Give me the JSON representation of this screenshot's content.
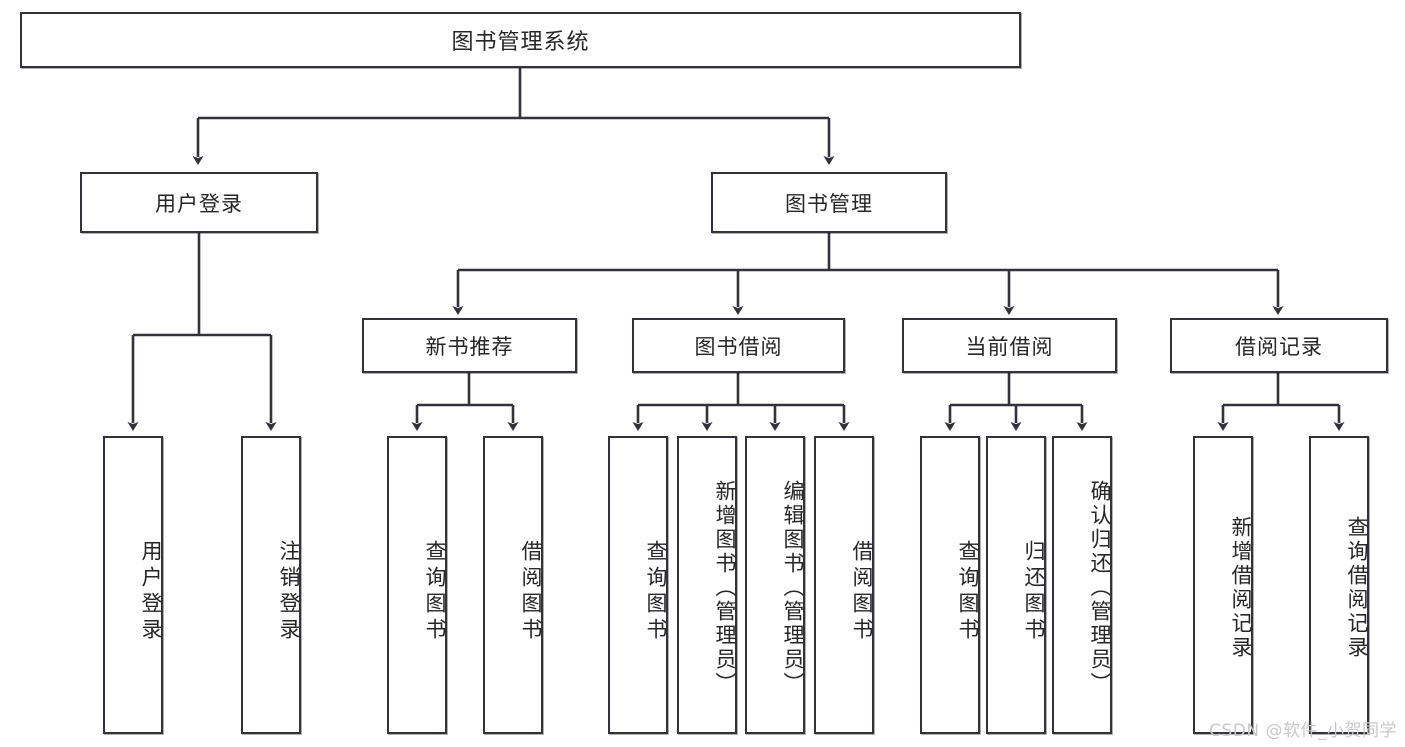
{
  "diagram": {
    "title": "图书管理系统",
    "type": "hierarchy-tree",
    "watermark": "CSDN @软件_小贺同学",
    "colors": {
      "box_border": "#32323a",
      "box_fill": "#ffffff",
      "edge": "#32323a",
      "text": "#262626",
      "watermark": "#c9c9c9"
    },
    "nodes": {
      "root": {
        "label": "图书管理系统"
      },
      "level1": [
        {
          "label": "用户登录"
        },
        {
          "label": "图书管理"
        }
      ],
      "level2": [
        {
          "label": "新书推荐"
        },
        {
          "label": "图书借阅"
        },
        {
          "label": "当前借阅"
        },
        {
          "label": "借阅记录"
        }
      ],
      "leaves": {
        "user_login": [
          {
            "label": "用户登录"
          },
          {
            "label": "注销登录"
          }
        ],
        "new_book_recommend": [
          {
            "label": "查询图书"
          },
          {
            "label": "借阅图书"
          }
        ],
        "book_borrow": [
          {
            "label": "查询图书"
          },
          {
            "label": "新增图书（管理员）"
          },
          {
            "label": "编辑图书（管理员）"
          },
          {
            "label": "借阅图书"
          }
        ],
        "current_borrow": [
          {
            "label": "查询图书"
          },
          {
            "label": "归还图书"
          },
          {
            "label": "确认归还（管理员）"
          }
        ],
        "borrow_record": [
          {
            "label": "新增借阅记录"
          },
          {
            "label": "查询借阅记录"
          }
        ]
      }
    }
  }
}
